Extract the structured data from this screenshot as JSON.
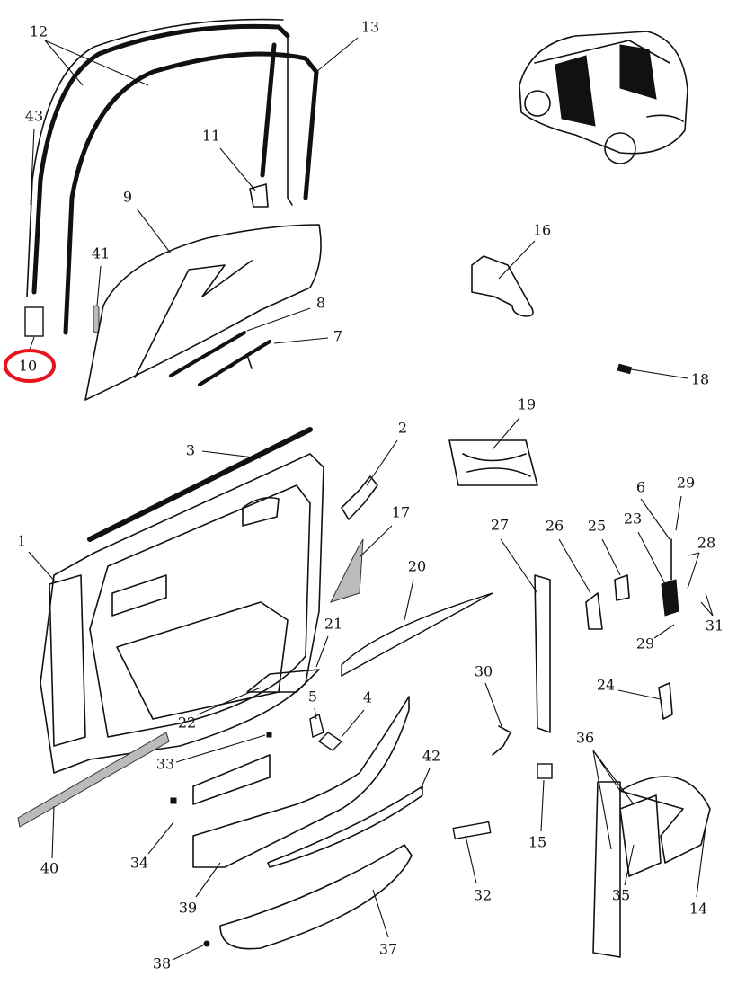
{
  "diagram": {
    "title_hidden": null,
    "highlight_color": "#e8141c",
    "highlighted_callout": "10",
    "callouts": {
      "c1": "1",
      "c2": "2",
      "c3": "3",
      "c4": "4",
      "c5": "5",
      "c6": "6",
      "c7": "7",
      "c8": "8",
      "c9": "9",
      "c10": "10",
      "c11": "11",
      "c12": "12",
      "c13": "13",
      "c14": "14",
      "c15": "15",
      "c16": "16",
      "c17": "17",
      "c18": "18",
      "c19": "19",
      "c20": "20",
      "c21": "21",
      "c22": "22",
      "c23": "23",
      "c24": "24",
      "c25": "25",
      "c26": "26",
      "c27": "27",
      "c28": "28",
      "c29a": "29",
      "c29b": "29",
      "c30": "30",
      "c31": "31",
      "c32": "32",
      "c33": "33",
      "c34": "34",
      "c35": "35",
      "c36": "36",
      "c37": "37",
      "c38": "38",
      "c39": "39",
      "c40": "40",
      "c41": "41",
      "c42": "42",
      "c43": "43"
    }
  }
}
